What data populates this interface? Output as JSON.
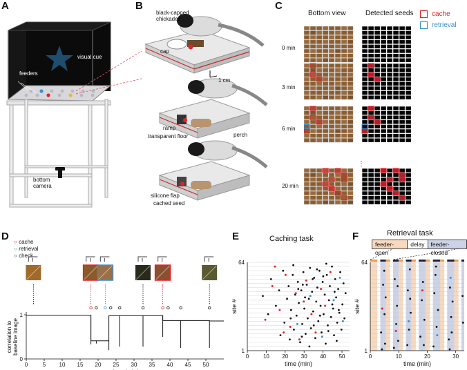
{
  "panels": {
    "a": {
      "letter": "A",
      "visual_cue": "visual cue",
      "feeders": "feeders",
      "bottom_camera": "bottom\ncamera"
    },
    "b": {
      "letter": "B",
      "chickadee": "black-capped\nchickadee",
      "cap": "cap",
      "scale": "1 cm",
      "ramp": "ramp",
      "transparent_floor": "transparent floor",
      "perch": "perch",
      "silicone_flap": "silicone flap",
      "cached_seed": "cached seed"
    },
    "c": {
      "letter": "C",
      "bottom_view": "Bottom view",
      "detected_seeds": "Detected seeds",
      "legend_cache": "cache",
      "legend_retrieval": "retrieval",
      "times": [
        "0 min",
        "3 min",
        "6 min",
        "20 min"
      ],
      "ellipsis": "⋮",
      "cache_color": "#e8202a",
      "retrieval_color": "#3a8fd0"
    },
    "d": {
      "letter": "D",
      "legend": [
        "cache",
        "retrieval",
        "check"
      ],
      "ylabel": "correlation to\nbaseline image",
      "xlabel": "time (min)"
    },
    "e": {
      "letter": "E",
      "title": "Caching task",
      "ylabel": "site #",
      "xlabel": "time (min)"
    },
    "f": {
      "letter": "F",
      "title": "Retrieval task",
      "ylabel": "site #",
      "xlabel": "time (min)",
      "phase_open": "feeder-open",
      "phase_delay": "delay",
      "phase_closed": "feeder-closed"
    }
  },
  "chart_data": [
    {
      "type": "line",
      "panel": "D",
      "xlabel": "time (min)",
      "ylabel": "correlation to baseline image",
      "xlim": [
        0,
        55
      ],
      "ylim": [
        0,
        1
      ],
      "xticks": [
        0,
        5,
        10,
        15,
        20,
        25,
        30,
        35,
        40,
        45,
        50
      ],
      "yticks": [
        0,
        1
      ],
      "segments": [
        [
          0,
          18,
          0.99
        ],
        [
          18,
          23,
          0.41
        ],
        [
          23,
          38,
          0.98
        ],
        [
          38,
          51,
          0.87
        ],
        [
          51,
          55,
          0.86
        ]
      ],
      "dips": [
        [
          18,
          0.33
        ],
        [
          19.5,
          0.35
        ],
        [
          23,
          0.2
        ],
        [
          26,
          0.28
        ],
        [
          32.5,
          0.28
        ],
        [
          38,
          0.5
        ],
        [
          43,
          0.25
        ],
        [
          51,
          0.25
        ]
      ],
      "events": [
        {
          "t": 18,
          "kind": "cache"
        },
        {
          "t": 19.5,
          "kind": "check"
        },
        {
          "t": 22,
          "kind": "retrieval"
        },
        {
          "t": 23.5,
          "kind": "check"
        },
        {
          "t": 26,
          "kind": "check"
        },
        {
          "t": 32.5,
          "kind": "check"
        },
        {
          "t": 38,
          "kind": "cache"
        },
        {
          "t": 39.5,
          "kind": "check"
        },
        {
          "t": 43,
          "kind": "check"
        },
        {
          "t": 51,
          "kind": "check"
        }
      ],
      "thumbnails_at": [
        2,
        18,
        22,
        32.5,
        38,
        51
      ]
    },
    {
      "type": "scatter",
      "panel": "E",
      "title": "Caching task",
      "xlabel": "time (min)",
      "ylabel": "site #",
      "xlim": [
        0,
        54
      ],
      "ylim": [
        1,
        64
      ],
      "xticks": [
        0,
        10,
        20,
        30,
        40,
        50
      ],
      "yticks": [
        1,
        64
      ],
      "grid": true,
      "points_black": [
        [
          8.2,
          40
        ],
        [
          11.0,
          27
        ],
        [
          12.5,
          52
        ],
        [
          15.1,
          33
        ],
        [
          16.8,
          44
        ],
        [
          17.5,
          12
        ],
        [
          18.9,
          58
        ],
        [
          19.6,
          21
        ],
        [
          21.0,
          38
        ],
        [
          21.8,
          47
        ],
        [
          22.4,
          9
        ],
        [
          23.1,
          30
        ],
        [
          24.0,
          55
        ],
        [
          24.6,
          16
        ],
        [
          25.3,
          41
        ],
        [
          26.0,
          26
        ],
        [
          26.7,
          50
        ],
        [
          27.2,
          35
        ],
        [
          27.9,
          7
        ],
        [
          28.5,
          44
        ],
        [
          29.0,
          20
        ],
        [
          29.6,
          57
        ],
        [
          30.1,
          31
        ],
        [
          30.8,
          13
        ],
        [
          31.4,
          48
        ],
        [
          31.9,
          24
        ],
        [
          32.5,
          38
        ],
        [
          33.1,
          60
        ],
        [
          33.6,
          17
        ],
        [
          34.2,
          43
        ],
        [
          34.8,
          29
        ],
        [
          35.3,
          53
        ],
        [
          35.9,
          10
        ],
        [
          36.4,
          36
        ],
        [
          37.0,
          46
        ],
        [
          37.5,
          22
        ],
        [
          38.1,
          58
        ],
        [
          38.7,
          33
        ],
        [
          39.2,
          14
        ],
        [
          39.8,
          50
        ],
        [
          40.3,
          27
        ],
        [
          40.9,
          41
        ],
        [
          41.4,
          6
        ],
        [
          42.0,
          55
        ],
        [
          42.5,
          19
        ],
        [
          43.1,
          37
        ],
        [
          43.6,
          47
        ],
        [
          44.2,
          25
        ],
        [
          44.7,
          61
        ],
        [
          45.3,
          31
        ],
        [
          45.8,
          12
        ],
        [
          46.4,
          52
        ],
        [
          46.9,
          39
        ],
        [
          47.5,
          21
        ],
        [
          48.0,
          45
        ],
        [
          48.6,
          28
        ],
        [
          49.1,
          57
        ],
        [
          49.7,
          16
        ],
        [
          50.2,
          34
        ],
        [
          50.8,
          49
        ],
        [
          51.3,
          24
        ],
        [
          51.9,
          42
        ],
        [
          24.3,
          62
        ],
        [
          32.8,
          4
        ],
        [
          41.7,
          63
        ],
        [
          47.2,
          8
        ],
        [
          36.8,
          59
        ],
        [
          28.8,
          11
        ],
        [
          44.9,
          34
        ],
        [
          38.4,
          26
        ],
        [
          26.9,
          45
        ],
        [
          34.5,
          52
        ],
        [
          42.8,
          15
        ],
        [
          30.5,
          39
        ],
        [
          48.3,
          30
        ],
        [
          22.9,
          24
        ],
        [
          40.1,
          54
        ],
        [
          35.1,
          19
        ],
        [
          46.1,
          43
        ],
        [
          29.3,
          48
        ]
      ],
      "points_red": [
        [
          9.5,
          23
        ],
        [
          13.2,
          47
        ],
        [
          17.1,
          30
        ],
        [
          20.2,
          55
        ],
        [
          22.7,
          18
        ],
        [
          25.6,
          42
        ],
        [
          27.5,
          9
        ],
        [
          29.8,
          36
        ],
        [
          31.1,
          51
        ],
        [
          33.9,
          27
        ],
        [
          36.1,
          14
        ],
        [
          38.9,
          45
        ],
        [
          41.1,
          33
        ],
        [
          43.9,
          57
        ],
        [
          14.6,
          61
        ],
        [
          19.2,
          14
        ]
      ],
      "points_blue": [
        [
          26.4,
          20
        ],
        [
          33.3,
          40
        ],
        [
          39.5,
          11
        ],
        [
          45.6,
          37
        ],
        [
          50.5,
          22
        ],
        [
          48.9,
          53
        ]
      ]
    },
    {
      "type": "scatter",
      "panel": "F",
      "title": "Retrieval task",
      "xlabel": "time (min)",
      "ylabel": "site #",
      "xlim": [
        0,
        33
      ],
      "ylim": [
        1,
        64
      ],
      "xticks": [
        0,
        10,
        20,
        30
      ],
      "yticks": [
        1,
        64
      ],
      "phases": [
        {
          "phase": "open",
          "start": 0,
          "end": 2.5
        },
        {
          "phase": "delay",
          "start": 2.5,
          "end": 3.5
        },
        {
          "phase": "closed",
          "start": 3.5,
          "end": 5.5
        },
        {
          "phase": "open",
          "start": 5.5,
          "end": 7
        },
        {
          "phase": "delay",
          "start": 7,
          "end": 8
        },
        {
          "phase": "closed",
          "start": 8,
          "end": 10
        },
        {
          "phase": "open",
          "start": 10,
          "end": 11.5
        },
        {
          "phase": "delay",
          "start": 11.5,
          "end": 12.5
        },
        {
          "phase": "closed",
          "start": 12.5,
          "end": 14.5
        },
        {
          "phase": "open",
          "start": 14.5,
          "end": 16
        },
        {
          "phase": "delay",
          "start": 16,
          "end": 17
        },
        {
          "phase": "closed",
          "start": 17,
          "end": 19.5
        },
        {
          "phase": "open",
          "start": 19.5,
          "end": 21
        },
        {
          "phase": "delay",
          "start": 21,
          "end": 22
        },
        {
          "phase": "closed",
          "start": 22,
          "end": 24.5
        },
        {
          "phase": "open",
          "start": 24.5,
          "end": 26
        },
        {
          "phase": "delay",
          "start": 26,
          "end": 27
        },
        {
          "phase": "closed",
          "start": 27,
          "end": 29.5
        },
        {
          "phase": "open",
          "start": 29.5,
          "end": 31
        },
        {
          "phase": "delay",
          "start": 31,
          "end": 32
        },
        {
          "phase": "closed",
          "start": 32,
          "end": 33
        }
      ],
      "points_black": [
        [
          3.8,
          14
        ],
        [
          4.5,
          48
        ],
        [
          5.0,
          27
        ],
        [
          5.2,
          6
        ],
        [
          5.4,
          39
        ],
        [
          8.6,
          52
        ],
        [
          9.1,
          20
        ],
        [
          9.4,
          33
        ],
        [
          9.8,
          8
        ],
        [
          13.2,
          44
        ],
        [
          13.6,
          16
        ],
        [
          13.9,
          59
        ],
        [
          14.2,
          28
        ],
        [
          17.6,
          11
        ],
        [
          18.1,
          37
        ],
        [
          18.5,
          50
        ],
        [
          19.0,
          23
        ],
        [
          22.5,
          42
        ],
        [
          22.9,
          55
        ],
        [
          23.3,
          18
        ],
        [
          23.8,
          30
        ],
        [
          27.6,
          9
        ],
        [
          28.0,
          46
        ],
        [
          28.4,
          25
        ],
        [
          28.9,
          36
        ],
        [
          32.4,
          40
        ],
        [
          32.6,
          21
        ],
        [
          8.3,
          3
        ],
        [
          13.0,
          5
        ],
        [
          22.2,
          4
        ],
        [
          4.1,
          2
        ],
        [
          18.8,
          5
        ],
        [
          27.9,
          2
        ],
        [
          9.6,
          47
        ],
        [
          4.9,
          58
        ],
        [
          14.0,
          38
        ],
        [
          23.1,
          61
        ],
        [
          28.6,
          14
        ]
      ],
      "points_red": [
        [
          4.2,
          31
        ],
        [
          9.0,
          15
        ],
        [
          18.3,
          44
        ]
      ],
      "points_blue": [
        [
          13.5,
          22
        ],
        [
          23.5,
          12
        ],
        [
          28.2,
          53
        ]
      ]
    }
  ]
}
